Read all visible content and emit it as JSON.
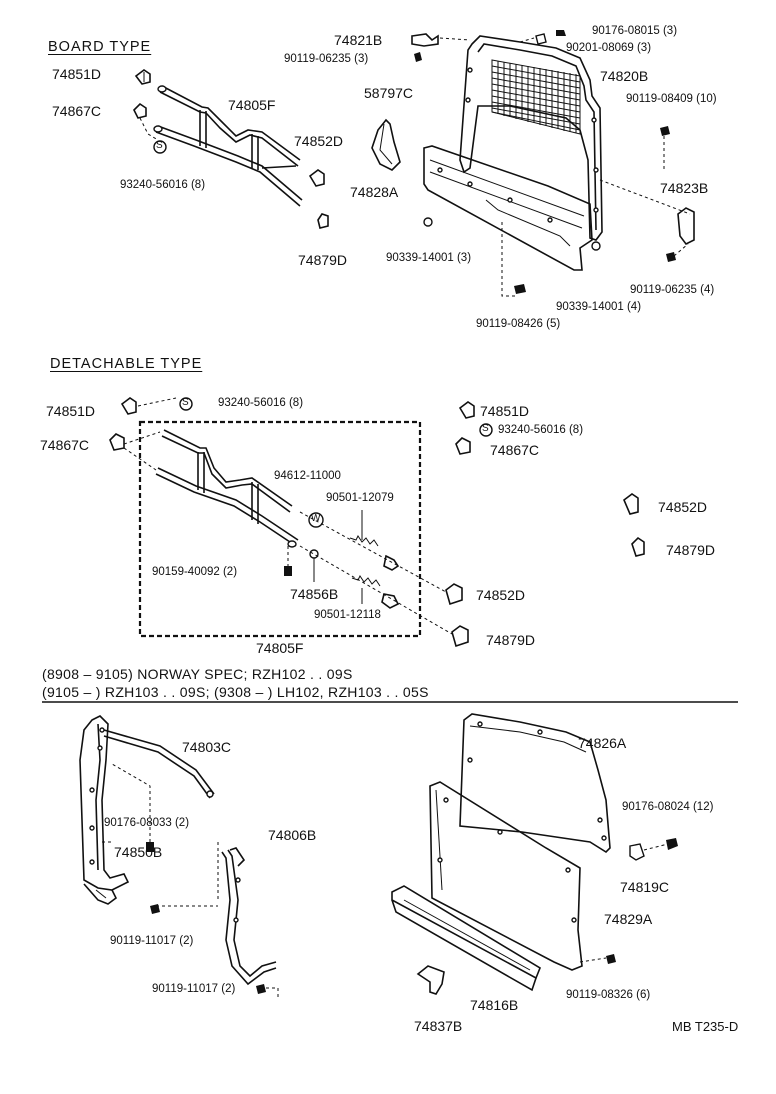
{
  "sections": {
    "board_type": "BOARD TYPE",
    "detachable_type": "DETACHABLE TYPE",
    "spec_line_1": "(8908 – 9105) NORWAY SPEC; RZH102 . . 09S",
    "spec_line_2": "(9105 –         ) RZH103 . . 09S; (9308 –         ) LH102, RZH103 . . 05S"
  },
  "board_labels": {
    "p74851D": "74851D",
    "p74867C": "74867C",
    "p74805F": "74805F",
    "p74852D": "74852D",
    "p93240": "93240-56016 (8)",
    "p74879D": "74879D",
    "p74821B": "74821B",
    "p90119_06235_3": "90119-06235 (3)",
    "p58797C": "58797C",
    "p90176_08015": "90176-08015 (3)",
    "p90201_08069": "90201-08069 (3)",
    "p74820B": "74820B",
    "p90119_08409": "90119-08409 (10)",
    "p74828A": "74828A",
    "p74823B": "74823B",
    "p90339_a": "90339-14001 (3)",
    "p90339_b": "90339-14001 (4)",
    "p90119_06235_4": "90119-06235 (4)",
    "p90119_08426": "90119-08426 (5)"
  },
  "detach_labels": {
    "p74851D_l": "74851D",
    "p93240_l": "93240-56016 (8)",
    "p74867C_l": "74867C",
    "p74851D_r": "74851D",
    "p93240_r": "93240-56016 (8)",
    "p74867C_r": "74867C",
    "p94612": "94612-11000",
    "p90501_12079": "90501-12079",
    "p90159": "90159-40092 (2)",
    "p74856B": "74856B",
    "p90501_12118": "90501-12118",
    "p74805F": "74805F",
    "p74852D_m": "74852D",
    "p74879D_m": "74879D",
    "p74852D_r": "74852D",
    "p74879D_r": "74879D"
  },
  "bottom_labels": {
    "p74803C": "74803C",
    "p90176_08033": "90176-08033 (2)",
    "p74850B": "74850B",
    "p74806B": "74806B",
    "p90119_11017_a": "90119-11017 (2)",
    "p90119_11017_b": "90119-11017 (2)",
    "p74826A": "74826A",
    "p90176_08024": "90176-08024 (12)",
    "p74819C": "74819C",
    "p74829A": "74829A",
    "p90119_08326": "90119-08326 (6)",
    "p74816B": "74816B",
    "p74837B": "74837B"
  },
  "symbols": {
    "s": "S",
    "w": "W"
  },
  "reference": "MB T235-D"
}
